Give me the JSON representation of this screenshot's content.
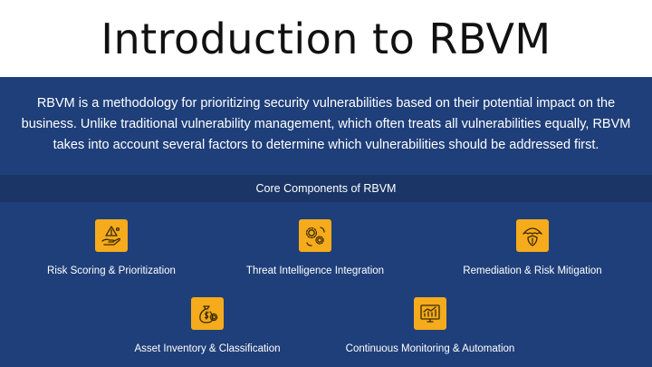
{
  "slide": {
    "title": "Introduction to RBVM",
    "intro": "RBVM is a methodology for prioritizing security vulnerabilities based on their potential impact on the business. Unlike traditional vulnerability management, which often treats all vulnerabilities equally, RBVM takes into account several factors to determine which vulnerabilities should be addressed first.",
    "section_heading": "Core Components of RBVM",
    "components": [
      {
        "label": "Risk Scoring & Prioritization",
        "icon": "risk-hand-icon"
      },
      {
        "label": "Threat Intelligence Integration",
        "icon": "gears-icon"
      },
      {
        "label": "Remediation & Risk Mitigation",
        "icon": "umbrella-shield-icon"
      },
      {
        "label": "Asset Inventory & Classification",
        "icon": "money-bag-gear-icon"
      },
      {
        "label": "Continuous Monitoring & Automation",
        "icon": "monitoring-chart-icon"
      }
    ]
  },
  "colors": {
    "background": "#1f3f7a",
    "band": "#1a3566",
    "accent": "#f5ab1b",
    "title_bg": "#ffffff"
  }
}
